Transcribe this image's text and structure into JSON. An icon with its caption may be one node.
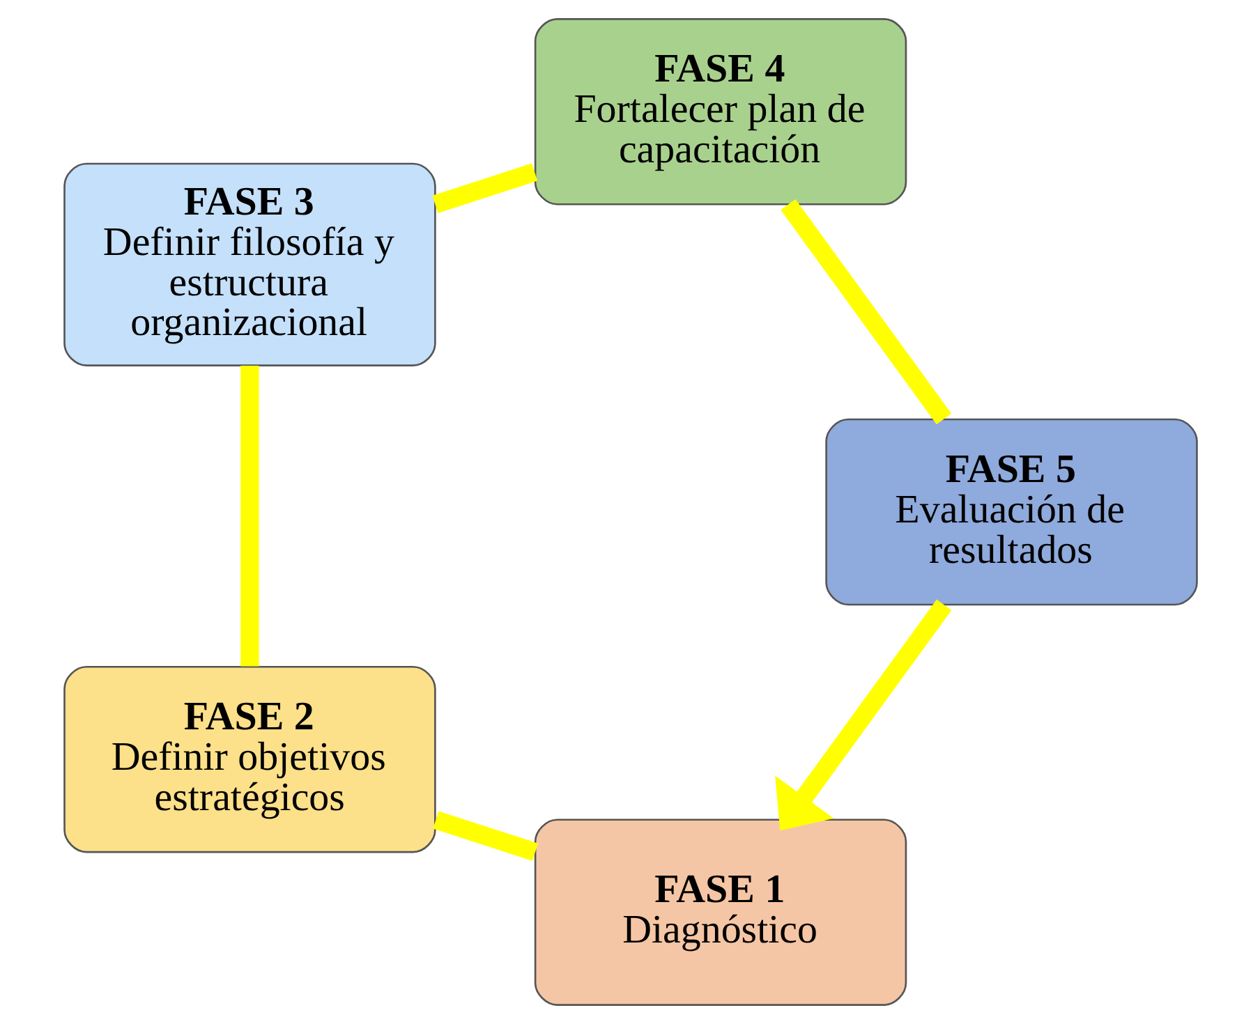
{
  "diagram": {
    "nodes": [
      {
        "text": [
          "FASE 1",
          "Diagnóstico"
        ]
      },
      {
        "text": [
          "FASE 2",
          "Definir objetivos estratégicos"
        ]
      },
      {
        "text": [
          "FASE 3",
          "Definir filosofía y estructura organizacional"
        ]
      },
      {
        "text": [
          "FASE 4",
          "Fortalecer plan de capacitación"
        ]
      },
      {
        "text": [
          "FASE 5",
          "Evaluación de resultados"
        ]
      }
    ],
    "edges": [
      {
        "from": 0,
        "to": 1,
        "arrow": "none"
      },
      {
        "from": 1,
        "to": 2,
        "arrow": "none"
      },
      {
        "from": 2,
        "to": 3,
        "arrow": "none"
      },
      {
        "from": 3,
        "to": 4,
        "arrow": "none"
      },
      {
        "from": 4,
        "to": 0,
        "arrow": "to"
      }
    ]
  }
}
